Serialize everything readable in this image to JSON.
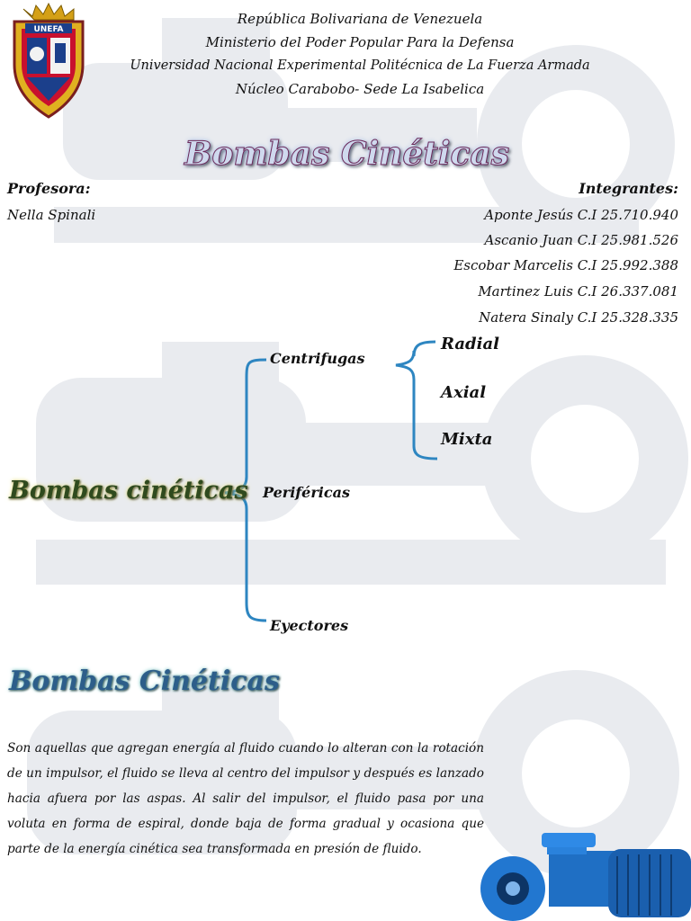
{
  "header": {
    "line1": "República Bolivariana de Venezuela",
    "line2": "Ministerio del Poder Popular Para la Defensa",
    "line3": "Universidad Nacional Experimental Politécnica de La Fuerza Armada",
    "line4": "Núcleo Carabobo- Sede La Isabelica"
  },
  "logo": {
    "text": "UNEFA"
  },
  "main_title": "Bombas Cinéticas",
  "teacher": {
    "label": "Profesora:",
    "name": "Nella Spinali"
  },
  "members": {
    "label": "Integrantes:",
    "list": [
      "Aponte Jesús C.I 25.710.940",
      "Ascanio Juan C.I 25.981.526",
      "Escobar Marcelis C.I 25.992.388",
      "Martinez Luis C.I 26.337.081",
      "Natera Sinaly C.I 25.328.335"
    ]
  },
  "diagram": {
    "root": "Bombas cinéticas",
    "branches": [
      "Centrifugas",
      "Periféricas",
      "Eyectores"
    ],
    "centrifugas_children": [
      "Radial",
      "Axial",
      "Mixta"
    ]
  },
  "section": {
    "title": "Bombas Cinéticas",
    "paragraph": "Son aquellas que agregan energía al fluido cuando lo alteran con la rotación de un impulsor, el fluido se lleva al centro del impulsor y después es lanzado hacia afuera por las aspas. Al salir del impulsor, el fluido pasa por una voluta en forma de espiral, donde baja de forma gradual y ocasiona que parte de la energía cinética sea transformada en presión de fluido."
  },
  "colors": {
    "bracket": "#2e86c1",
    "pump_blue": "#1f6fc4"
  }
}
